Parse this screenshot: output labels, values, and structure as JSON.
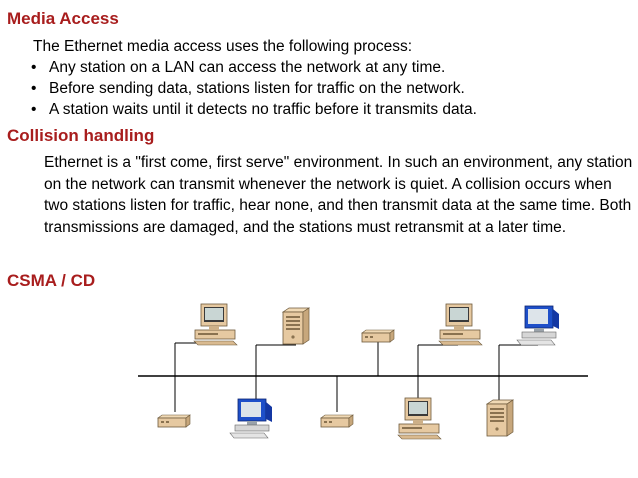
{
  "sections": {
    "media_access": {
      "heading": "Media Access",
      "intro": "The Ethernet media access uses the following process:",
      "bullets": [
        "Any station on a LAN can access the network at any time.",
        "Before sending data, stations listen for traffic on the network.",
        "A station waits until it detects no traffic before it transmits data."
      ]
    },
    "collision_handling": {
      "heading": "Collision handling",
      "paragraph": "Ethernet is a \"first come, first serve\" environment. In such an environment, any station on the network can transmit whenever the network is quiet. A collision occurs when two stations listen for traffic, hear none, and then transmit data at the same time. Both transmissions are damaged, and the stations must retransmit at a later time."
    },
    "csma_cd": {
      "heading": "CSMA / CD"
    }
  },
  "diagram": {
    "top_devices": [
      "desktop-pc",
      "tower-server",
      "network-hub",
      "desktop-pc",
      "workstation-blue"
    ],
    "bottom_devices": [
      "network-hub",
      "workstation-blue",
      "network-hub",
      "desktop-pc",
      "tower-server"
    ],
    "colors": {
      "heading": "#a81d1d",
      "bus": "#000000",
      "device_beige": "#e6c9a1",
      "screen": "#c9d6d4",
      "monitor_blue": "#1e4fc9"
    }
  }
}
